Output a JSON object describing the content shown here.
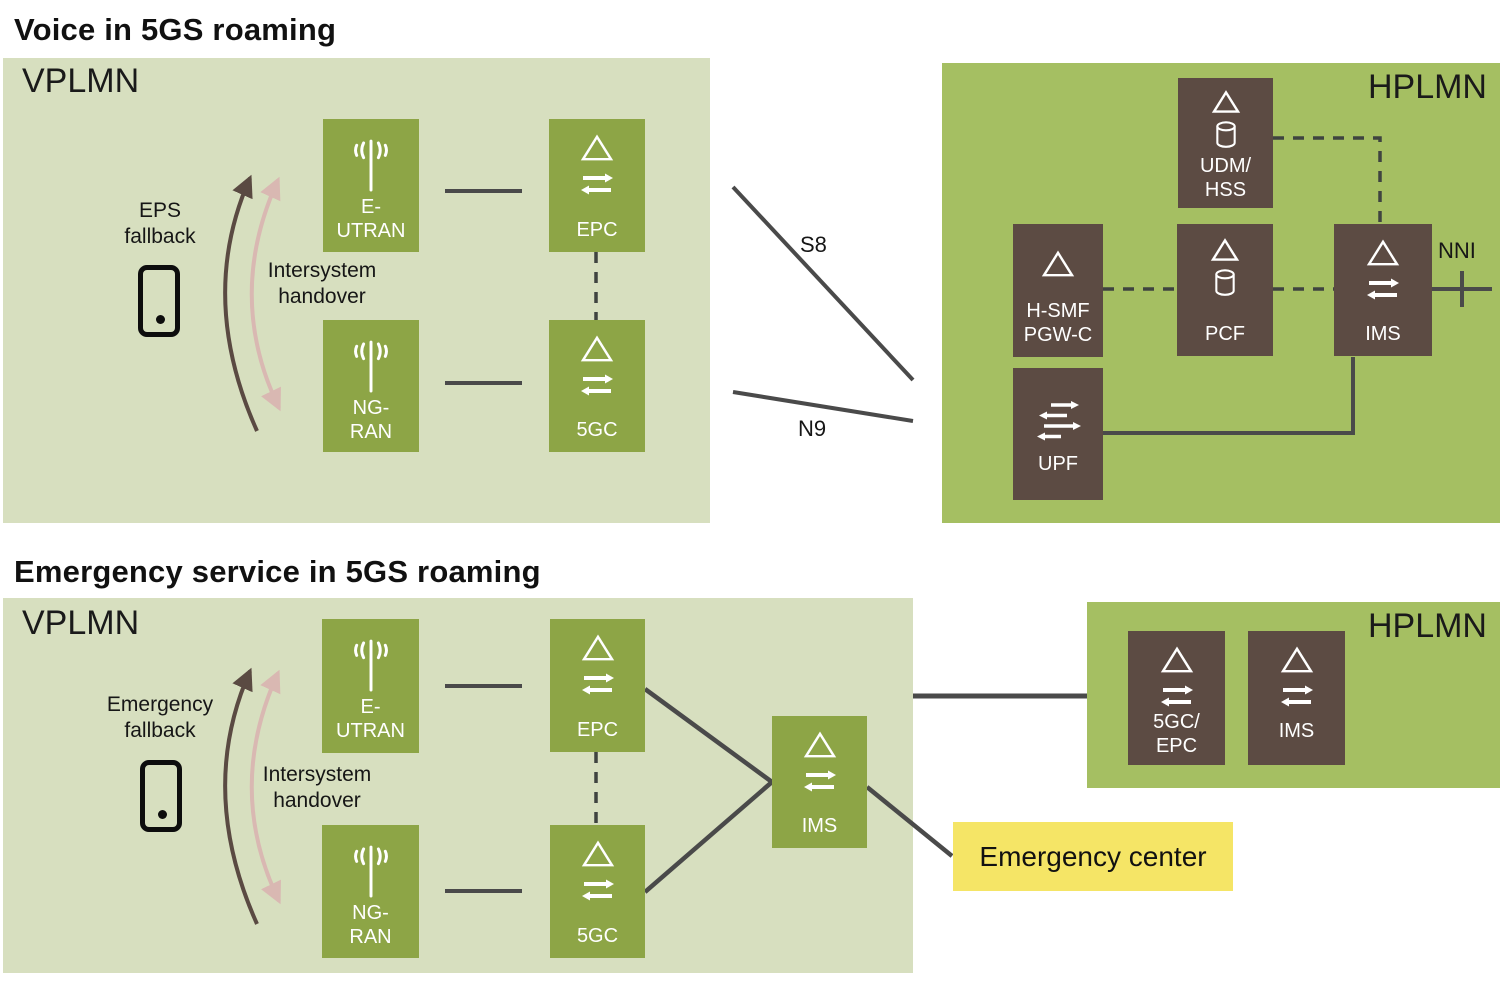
{
  "sections": {
    "voice": {
      "title": "Voice in 5GS roaming",
      "vplmn": {
        "label": "VPLMN",
        "fallback": {
          "line1": "EPS",
          "line2": "fallback"
        },
        "handover": {
          "line1": "Intersystem",
          "line2": "handover"
        },
        "nodes": {
          "eutran": {
            "line1": "E-",
            "line2": "UTRAN"
          },
          "ngran": {
            "line1": "NG-",
            "line2": "RAN"
          },
          "epc": {
            "line1": "EPC"
          },
          "fivegc": {
            "line1": "5GC"
          }
        }
      },
      "interfaces": {
        "s8": "S8",
        "n9": "N9",
        "nni": "NNI"
      },
      "hplmn": {
        "label": "HPLMN",
        "nodes": {
          "udm": {
            "line1": "UDM/",
            "line2": "HSS"
          },
          "hsmf": {
            "line1": "H-SMF",
            "line2": "PGW-C"
          },
          "pcf": {
            "line1": "PCF"
          },
          "ims": {
            "line1": "IMS"
          },
          "upf": {
            "line1": "UPF"
          }
        }
      }
    },
    "emergency": {
      "title": "Emergency service in 5GS roaming",
      "vplmn": {
        "label": "VPLMN",
        "fallback": {
          "line1": "Emergency",
          "line2": "fallback"
        },
        "handover": {
          "line1": "Intersystem",
          "line2": "handover"
        },
        "nodes": {
          "eutran": {
            "line1": "E-",
            "line2": "UTRAN"
          },
          "ngran": {
            "line1": "NG-",
            "line2": "RAN"
          },
          "epc": {
            "line1": "EPC"
          },
          "fivegc": {
            "line1": "5GC"
          },
          "ims": {
            "line1": "IMS"
          }
        }
      },
      "hplmn": {
        "label": "HPLMN",
        "nodes": {
          "fivegc_epc": {
            "line1": "5GC/",
            "line2": "EPC"
          },
          "ims": {
            "line1": "IMS"
          }
        }
      },
      "emergency_center": {
        "label": "Emergency center"
      }
    },
    "colors": {
      "vplmn_bg": "#d7dfbf",
      "hplmn_bg": "#a5bf62",
      "node_green": "#8da546",
      "node_brown": "#5c4b43",
      "emergency_yellow": "#f5e566",
      "connector": "#4a4a4a",
      "fallback_arrow": "#5a4a42",
      "handover_arrow": "#d9b8b2"
    }
  }
}
